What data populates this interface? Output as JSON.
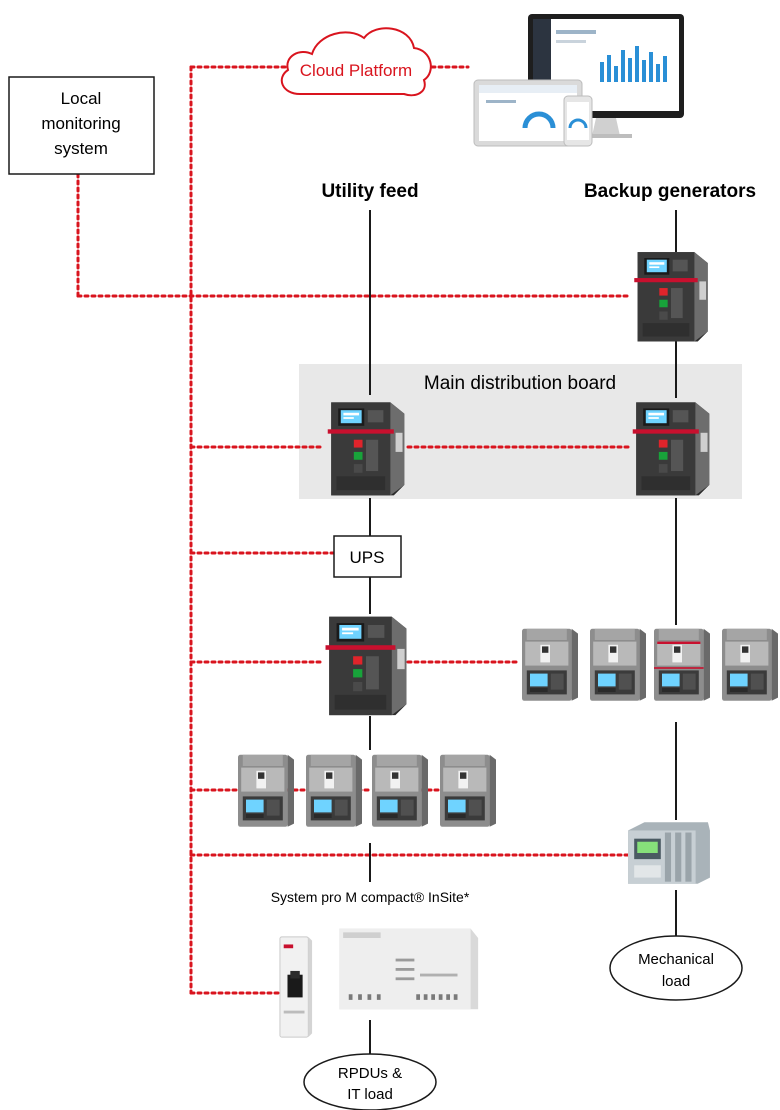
{
  "nodes": {
    "cloud_platform": "Cloud Platform",
    "local_monitoring": [
      "Local",
      "monitoring",
      "system"
    ],
    "utility_feed": "Utility feed",
    "backup_generators": "Backup generators",
    "main_distribution_board": "Main distribution board",
    "ups": "UPS",
    "system_pro_m": "System pro M compact® InSite*",
    "mechanical_load": [
      "Mechanical",
      "load"
    ],
    "rpdus_it_load": [
      "RPDUs &",
      "IT load"
    ]
  },
  "colors": {
    "data_link": "#d9141e",
    "power_line": "#1a1a1a",
    "board_fill": "#e8e8e8",
    "breaker_body": "#2b2b2b",
    "breaker_face": "#7a7a7a",
    "breaker_accent": "#c8102e",
    "display_blue": "#6fd3ff",
    "mccb_body": "#8f8f8f",
    "plc_body": "#b9c2c8"
  },
  "icons": {
    "cloud": "cloud-icon",
    "dashboard": "dashboard-devices-icon",
    "acb": "air-circuit-breaker-icon",
    "mccb": "molded-case-breaker-icon",
    "plc": "controller-module-icon",
    "mcb": "miniature-breaker-icon",
    "meter": "energy-meter-icon"
  }
}
